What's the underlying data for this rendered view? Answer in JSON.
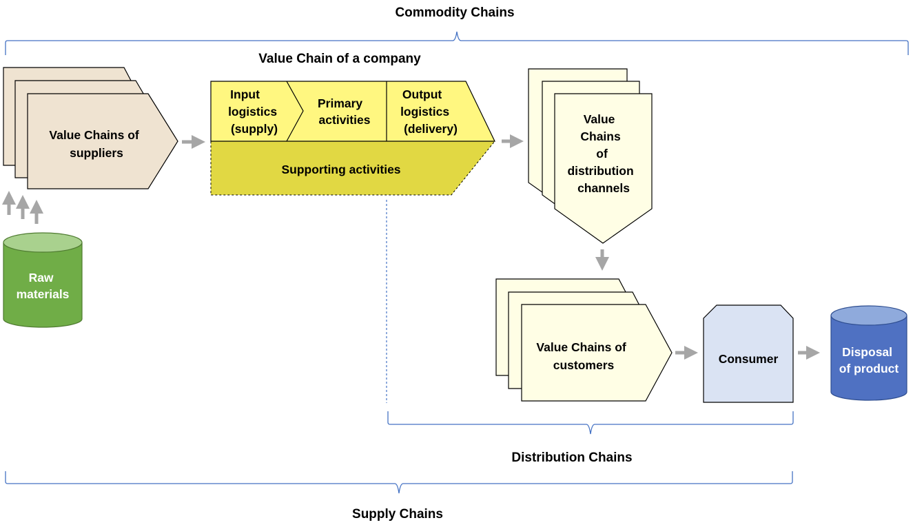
{
  "commodity_chains": "Commodity Chains",
  "value_chain_company": "Value Chain of a company",
  "supply_chains": "Supply Chains",
  "distribution_chains": "Distribution Chains",
  "suppliers": [
    "Value Chains of",
    "suppliers"
  ],
  "raw_materials": [
    "Raw",
    "materials"
  ],
  "input_logistics": [
    "Input",
    "logistics",
    "(supply)"
  ],
  "primary_activities": [
    "Primary",
    "activities"
  ],
  "output_logistics": [
    "Output",
    "logistics",
    "(delivery)"
  ],
  "supporting_activities": "Supporting activities",
  "distribution_channels": [
    "Value",
    "Chains",
    "of",
    "distribution",
    "channels"
  ],
  "customers": [
    "Value Chains of",
    "customers"
  ],
  "consumer": "Consumer",
  "disposal": [
    "Disposal",
    "of product"
  ],
  "colors": {
    "bracket": "#4472c4",
    "supplier_fill": "#efe3d1",
    "raw_materials": "#70ad47",
    "primary_row": "#fff780",
    "supporting": "#e1d843",
    "pale_yellow": "#fffee5",
    "consumer": "#dae3f3",
    "disposal": "#4f71c2",
    "arrow": "#a6a6a6"
  }
}
